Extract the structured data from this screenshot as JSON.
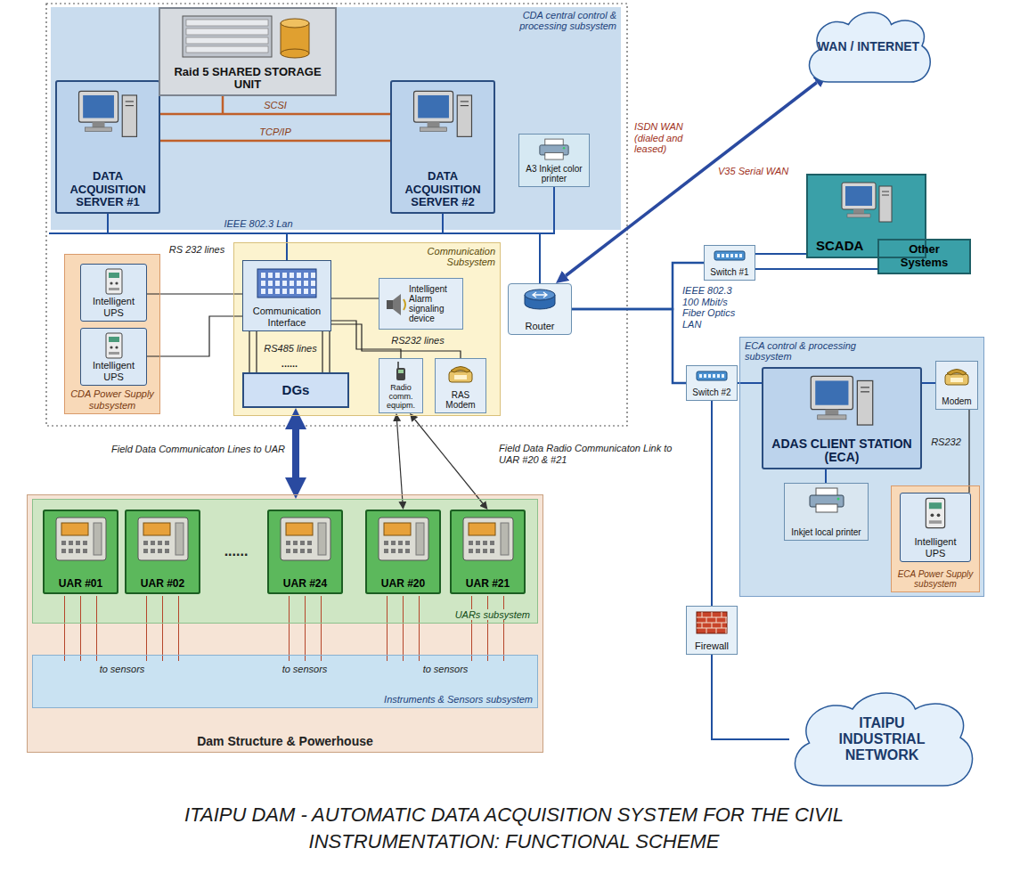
{
  "diagram": {
    "caption": "ITAIPU DAM - AUTOMATIC DATA ACQUISITION SYSTEM FOR THE CIVIL INSTRUMENTATION: FUNCTIONAL SCHEME",
    "nodes": [
      {
        "text": [
          "CDA central control & processing subsystem"
        ]
      },
      {
        "text": [
          "DATA ACQUISITION SERVER #1"
        ],
        "in": 0
      },
      {
        "text": [
          "Raid 5 SHARED STORAGE UNIT"
        ],
        "in": 0
      },
      {
        "text": [
          "DATA ACQUISITION SERVER #2"
        ],
        "in": 0
      },
      {
        "text": [
          "A3 Inkjet color printer"
        ],
        "in": 0
      },
      {
        "text": [
          "CDA Power Supply subsystem"
        ]
      },
      {
        "text": [
          "Intelligent UPS"
        ],
        "in": 5
      },
      {
        "text": [
          "Intelligent UPS"
        ],
        "in": 5
      },
      {
        "text": [
          "Communication Subsystem"
        ]
      },
      {
        "text": [
          "Communication Interface"
        ],
        "in": 8
      },
      {
        "text": [
          "Intelligent Alarm signaling device"
        ],
        "in": 8
      },
      {
        "text": [
          "DGs"
        ],
        "in": 8
      },
      {
        "text": [
          "Radio comm. equipm."
        ],
        "in": 8
      },
      {
        "text": [
          "RAS Modem"
        ],
        "in": 8
      },
      {
        "text": [
          "WAN / INTERNET"
        ]
      },
      {
        "text": [
          "Switch #1"
        ]
      },
      {
        "text": [
          "SCADA"
        ]
      },
      {
        "text": [
          "Other Systems"
        ]
      },
      {
        "text": [
          "Router"
        ]
      },
      {
        "text": [
          "ECA control & processing subsystem"
        ]
      },
      {
        "text": [
          "Switch #2"
        ]
      },
      {
        "text": [
          "Modem"
        ],
        "in": 19
      },
      {
        "text": [
          "ADAS CLIENT STATION (ECA)"
        ],
        "in": 19
      },
      {
        "text": [
          "Inkjet local printer"
        ],
        "in": 19
      },
      {
        "text": [
          "ECA Power Supply subsystem"
        ],
        "in": 19
      },
      {
        "text": [
          "Intelligent UPS"
        ],
        "in": 24
      },
      {
        "text": [
          "Firewall"
        ]
      },
      {
        "text": [
          "ITAIPU INDUSTRIAL NETWORK"
        ]
      },
      {
        "text": [
          "Dam Structure & Powerhouse"
        ]
      },
      {
        "text": [
          "UARs subsystem"
        ],
        "in": 28
      },
      {
        "text": [
          "UAR #01"
        ],
        "in": 29
      },
      {
        "text": [
          "UAR #02"
        ],
        "in": 29
      },
      {
        "text": [
          "UAR #24"
        ],
        "in": 29
      },
      {
        "text": [
          "UAR #20"
        ],
        "in": 29
      },
      {
        "text": [
          "UAR #21"
        ],
        "in": 29
      },
      {
        "text": [
          "Instruments & Sensors subsystem"
        ],
        "in": 28
      }
    ],
    "edges": [
      {
        "from": 1,
        "to": 3,
        "arrow": "none",
        "label": "SCSI"
      },
      {
        "from": 1,
        "to": 3,
        "arrow": "none",
        "label": "TCP/IP"
      },
      {
        "from": 1,
        "to": 18,
        "arrow": "none"
      },
      {
        "from": 3,
        "to": 18,
        "arrow": "none",
        "label": "IEEE 802.3 Lan"
      },
      {
        "from": 4,
        "to": 18,
        "arrow": "none"
      },
      {
        "from": 9,
        "to": 18,
        "arrow": "none"
      },
      {
        "from": 6,
        "to": 9,
        "arrow": "none",
        "label": "RS 232 lines"
      },
      {
        "from": 7,
        "to": 9,
        "arrow": "none"
      },
      {
        "from": 9,
        "to": 10,
        "arrow": "none"
      },
      {
        "from": 9,
        "to": 12,
        "arrow": "none",
        "label": "RS232 lines"
      },
      {
        "from": 9,
        "to": 13,
        "arrow": "none"
      },
      {
        "from": 9,
        "to": 11,
        "arrow": "none",
        "label": "RS485 lines"
      },
      {
        "from": 11,
        "to": 29,
        "arrow": "both",
        "label": "Field Data Communicaton Lines to UAR"
      },
      {
        "from": 12,
        "to": 33,
        "arrow": "both",
        "label": "Field Data Radio Communicaton Link to UAR #20 & #21"
      },
      {
        "from": 12,
        "to": 34,
        "arrow": "both"
      },
      {
        "from": 18,
        "to": 14,
        "arrow": "both",
        "label": "ISDN WAN (dialed and leased)"
      },
      {
        "from": 18,
        "to": 15,
        "arrow": "none"
      },
      {
        "from": 15,
        "to": 16,
        "arrow": "none"
      },
      {
        "from": 15,
        "to": 17,
        "arrow": "none"
      },
      {
        "from": 18,
        "to": 20,
        "arrow": "none",
        "label": "IEEE 802.3 100 Mbit/s Fiber Optics LAN"
      },
      {
        "from": 20,
        "to": 22,
        "arrow": "none"
      },
      {
        "from": 20,
        "to": 26,
        "arrow": "none"
      },
      {
        "from": 26,
        "to": 27,
        "arrow": "none"
      },
      {
        "from": 22,
        "to": 21,
        "arrow": "none"
      },
      {
        "from": 22,
        "to": 23,
        "arrow": "none"
      },
      {
        "from": 21,
        "to": 25,
        "arrow": "none",
        "label": "RS232"
      }
    ],
    "labels": [
      "V35 Serial WAN",
      "......",
      "......",
      "to sensors",
      "to sensors",
      "to sensors"
    ]
  }
}
